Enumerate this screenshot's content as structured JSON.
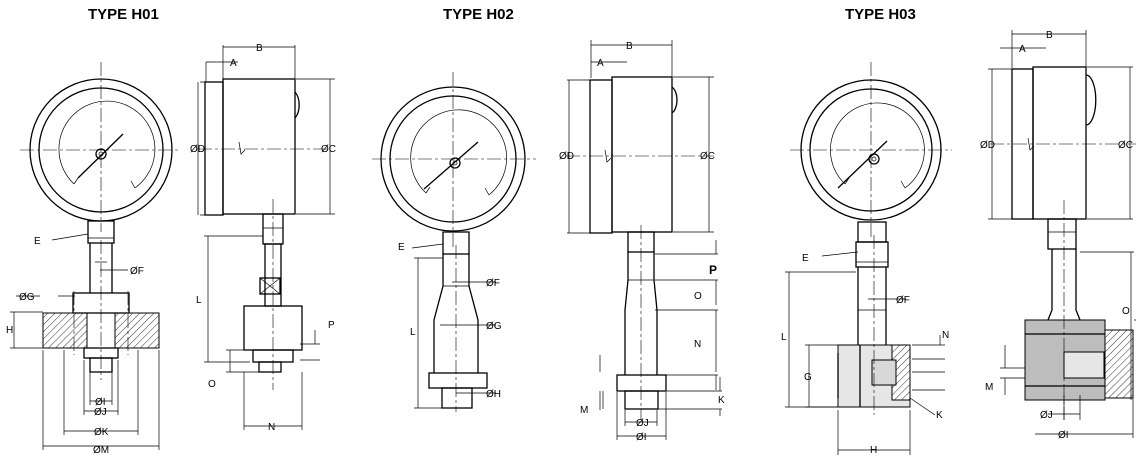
{
  "titles": {
    "h01": "TYPE H01",
    "h02": "TYPE H02",
    "h03": "TYPE H03"
  },
  "labels": {
    "A": "A",
    "B": "B",
    "C": "ØC",
    "D": "ØD",
    "E": "E",
    "F": "ØF",
    "G_dia": "ØG",
    "G": "G",
    "H": "H",
    "H_dia": "ØH",
    "I": "ØI",
    "J": "ØJ",
    "K_dia": "ØK",
    "K": "K",
    "L": "L",
    "M_dia": "ØM",
    "M": "M",
    "N": "N",
    "O": "O",
    "P": "P"
  }
}
